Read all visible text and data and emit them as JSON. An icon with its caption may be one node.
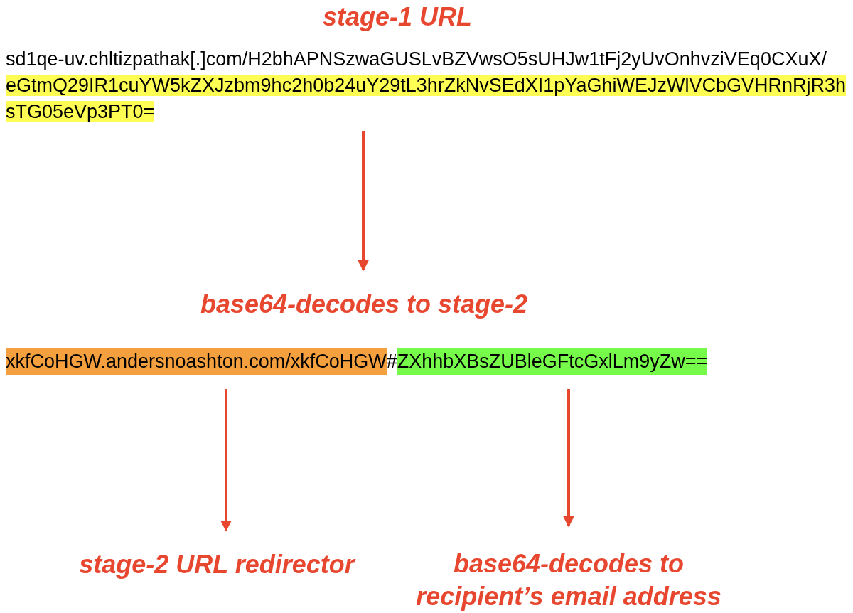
{
  "diagram": {
    "nodes": [
      {
        "text": [
          "stage-1 URL",
          "sd1qe-uv.chltizpathak[.]com/H2bhAPNSzwaGUSLvBZVwsO5sUHJw1tFj2yUvOnhvziVEq0CXuX/",
          "eGtmQ29IR1cuYW5kZXJzbm9hc2h0b24uY29tL3hrZkNvSEdXI1pYaGhiWEJzWlVCbGVHRnRjR3hsTG05eVp3PT0="
        ]
      },
      {
        "text": [
          "base64-decodes to stage-2"
        ]
      },
      {
        "text": [
          "xkfCoHGW.andersnoashton.com/xkfCoHGW"
        ]
      },
      {
        "text": [
          "ZXhhbXBsZUBleGFtcGxlLm9yZw=="
        ]
      },
      {
        "text": [
          "stage-2 URL redirector"
        ]
      },
      {
        "text": [
          "base64-decodes to recipient’s email address"
        ]
      }
    ],
    "edges": [
      {
        "from": 0,
        "to": 1,
        "arrow": "to"
      },
      {
        "from": 2,
        "to": 4,
        "arrow": "to"
      },
      {
        "from": 3,
        "to": 5,
        "arrow": "to"
      }
    ],
    "labels": [
      "#"
    ]
  }
}
